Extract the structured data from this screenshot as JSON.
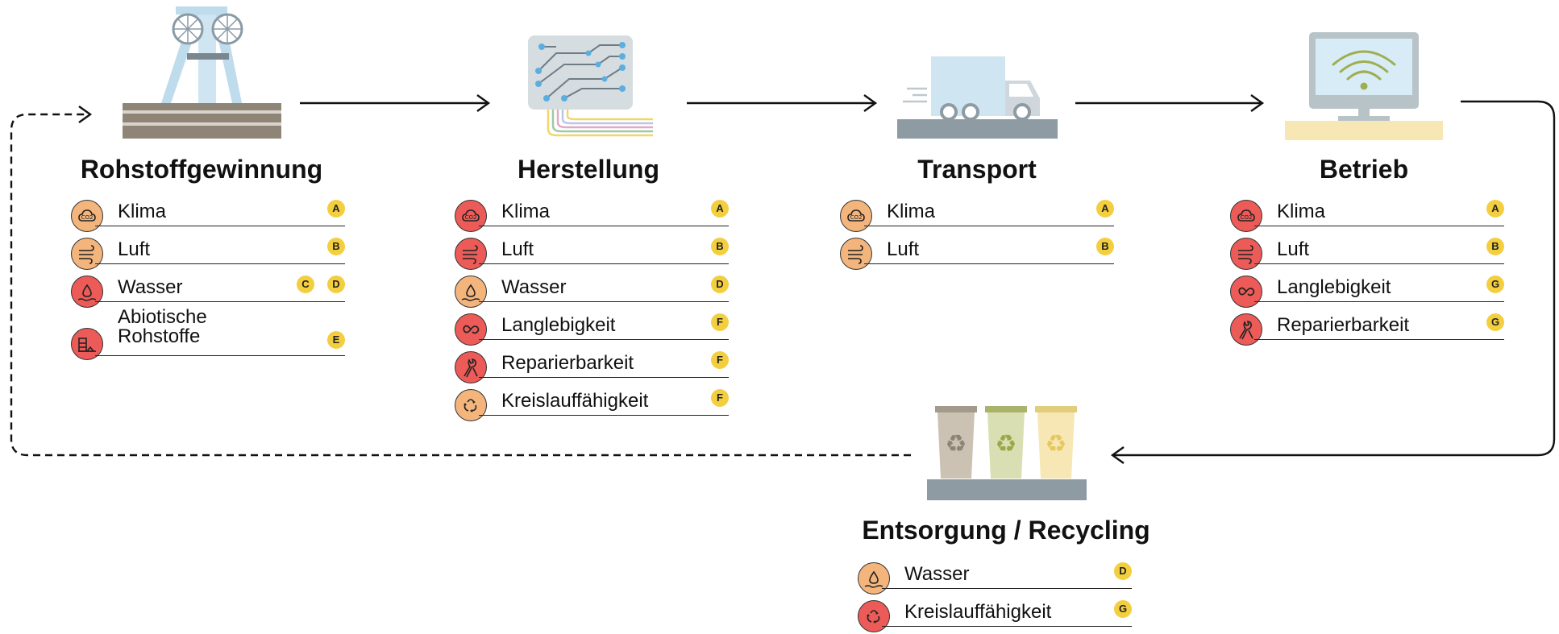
{
  "stages": {
    "rohstoff": {
      "title": "Rohstoffgewinnung",
      "icon": "mine-headframe-icon",
      "items": [
        {
          "label": "Klima",
          "icon": "co2-cloud-icon",
          "color": "#f4b57d",
          "badges": [
            "A"
          ]
        },
        {
          "label": "Luft",
          "icon": "wind-icon",
          "color": "#f4b57d",
          "badges": [
            "B"
          ]
        },
        {
          "label": "Wasser",
          "icon": "water-drop-icon",
          "color": "#ec5b57",
          "badges": [
            "C",
            "D"
          ]
        },
        {
          "label": "Abiotische",
          "label2": "Rohstoffe",
          "icon": "resources-icon",
          "color": "#ec5b57",
          "badges": [
            "E"
          ]
        }
      ]
    },
    "herstellung": {
      "title": "Herstellung",
      "icon": "circuit-board-icon",
      "items": [
        {
          "label": "Klima",
          "icon": "co2-cloud-icon",
          "color": "#ec5b57",
          "badges": [
            "A"
          ]
        },
        {
          "label": "Luft",
          "icon": "wind-icon",
          "color": "#ec5b57",
          "badges": [
            "B"
          ]
        },
        {
          "label": "Wasser",
          "icon": "water-drop-icon",
          "color": "#f4b57d",
          "badges": [
            "D"
          ]
        },
        {
          "label": "Langlebigkeit",
          "icon": "infinity-icon",
          "color": "#ec5b57",
          "badges": [
            "F"
          ]
        },
        {
          "label": "Reparierbarkeit",
          "icon": "wrench-icon",
          "color": "#ec5b57",
          "badges": [
            "F"
          ]
        },
        {
          "label": "Kreislauffähigkeit",
          "icon": "recycle-icon",
          "color": "#f4b57d",
          "badges": [
            "F"
          ]
        }
      ]
    },
    "transport": {
      "title": "Transport",
      "icon": "truck-icon",
      "items": [
        {
          "label": "Klima",
          "icon": "co2-cloud-icon",
          "color": "#f4b57d",
          "badges": [
            "A"
          ]
        },
        {
          "label": "Luft",
          "icon": "wind-icon",
          "color": "#f4b57d",
          "badges": [
            "B"
          ]
        }
      ]
    },
    "betrieb": {
      "title": "Betrieb",
      "icon": "monitor-wifi-icon",
      "items": [
        {
          "label": "Klima",
          "icon": "co2-cloud-icon",
          "color": "#ec5b57",
          "badges": [
            "A"
          ]
        },
        {
          "label": "Luft",
          "icon": "wind-icon",
          "color": "#ec5b57",
          "badges": [
            "B"
          ]
        },
        {
          "label": "Langlebigkeit",
          "icon": "infinity-icon",
          "color": "#ec5b57",
          "badges": [
            "G"
          ]
        },
        {
          "label": "Reparierbarkeit",
          "icon": "wrench-icon",
          "color": "#ec5b57",
          "badges": [
            "G"
          ]
        }
      ]
    },
    "entsorgung": {
      "title": "Entsorgung / Recycling",
      "icon": "recycling-bins-icon",
      "items": [
        {
          "label": "Wasser",
          "icon": "water-drop-icon",
          "color": "#f4b57d",
          "badges": [
            "D"
          ]
        },
        {
          "label": "Kreislauffähigkeit",
          "icon": "recycle-icon",
          "color": "#ec5b57",
          "badges": [
            "G"
          ]
        }
      ]
    }
  },
  "colors": {
    "severe": "#ec5b57",
    "moderate": "#f4b57d",
    "badge": "#f3cf3f",
    "industrial_blue": "#bfdced",
    "ground": "#8f9ba3"
  }
}
